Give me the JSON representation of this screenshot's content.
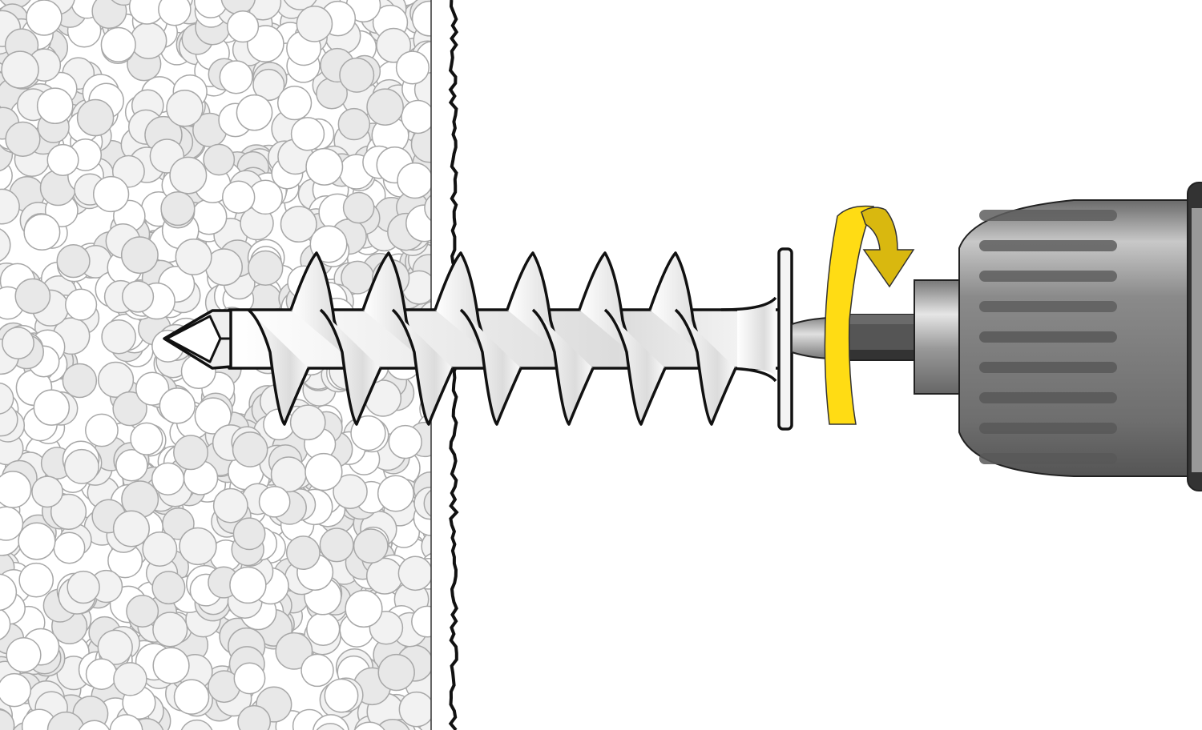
{
  "illustration": {
    "subject": "insulation-screw-anchor-installation",
    "colors": {
      "insulation_fill": "#f2f2f2",
      "insulation_stroke": "#a8a8a8",
      "screw_fill": "#f4f4f4",
      "outline": "#111111",
      "arrow_yellow": "#ffdc14",
      "arrow_dark_yellow": "#d9b80f",
      "drill_gray": "#808080",
      "bit_dark": "#444444"
    },
    "icons": [
      "insulation-layer",
      "screw-anchor",
      "rotation-arrow-icon",
      "drill-chuck"
    ]
  }
}
